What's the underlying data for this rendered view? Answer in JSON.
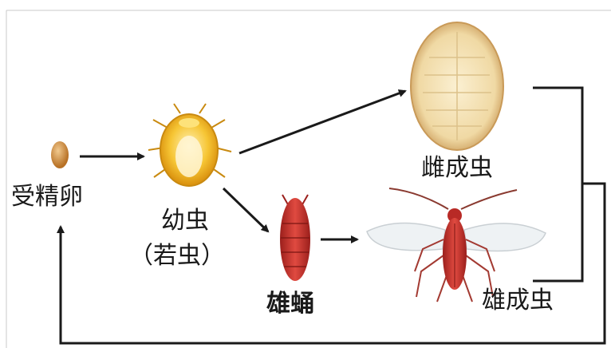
{
  "stages": {
    "egg": "受精卵",
    "nymph_line1": "幼虫",
    "nymph_line2": "（若虫）",
    "female_adult": "雌成虫",
    "male_pupa": "雄蛹",
    "male_adult": "雄成虫"
  },
  "colors": {
    "egg": "#c98a3a",
    "nymph_body": "#f2b41c",
    "nymph_outline": "#c98a10",
    "female_body": "#f1dfb0",
    "female_outline": "#c9a15f",
    "male_body": "#c8322e",
    "wing": "#eef2f4",
    "line": "#1a1a1a"
  }
}
